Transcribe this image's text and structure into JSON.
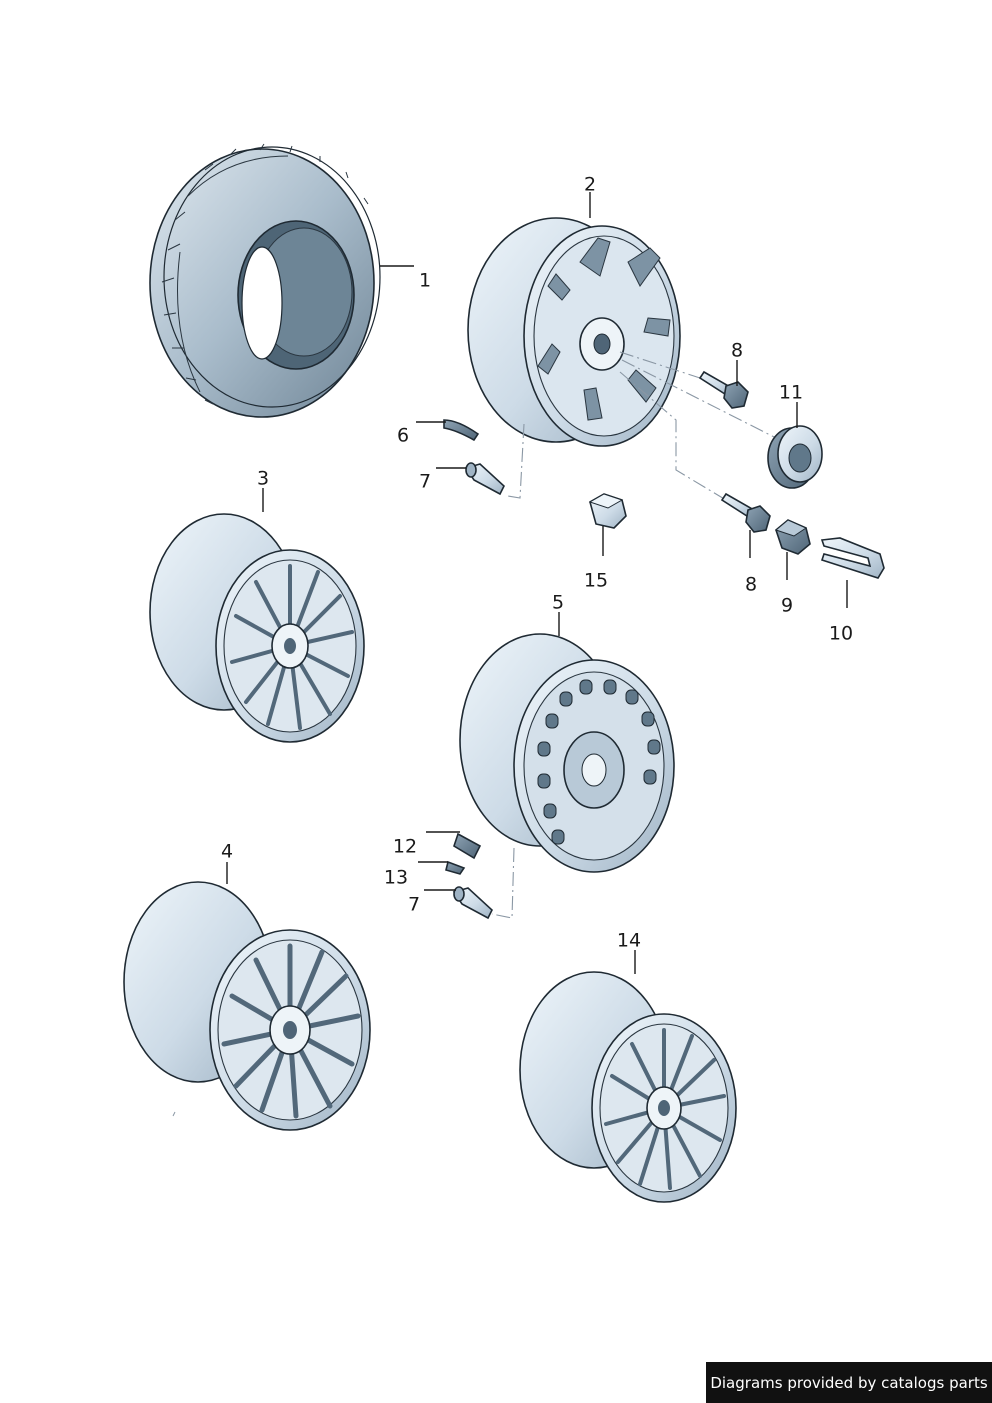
{
  "callouts": {
    "c1": "1",
    "c2": "2",
    "c3": "3",
    "c4": "4",
    "c5": "5",
    "c6": "6",
    "c7a": "7",
    "c7b": "7",
    "c8a": "8",
    "c8b": "8",
    "c9": "9",
    "c10": "10",
    "c11": "11",
    "c12": "12",
    "c13": "13",
    "c14": "14",
    "c15": "15"
  },
  "footer": {
    "text": "Diagrams provided by catalogs parts"
  },
  "colors": {
    "part_light": "#e6f0f7",
    "part_mid": "#c3d4e2",
    "part_dark": "#5f7688",
    "outline": "#1f2a33"
  }
}
